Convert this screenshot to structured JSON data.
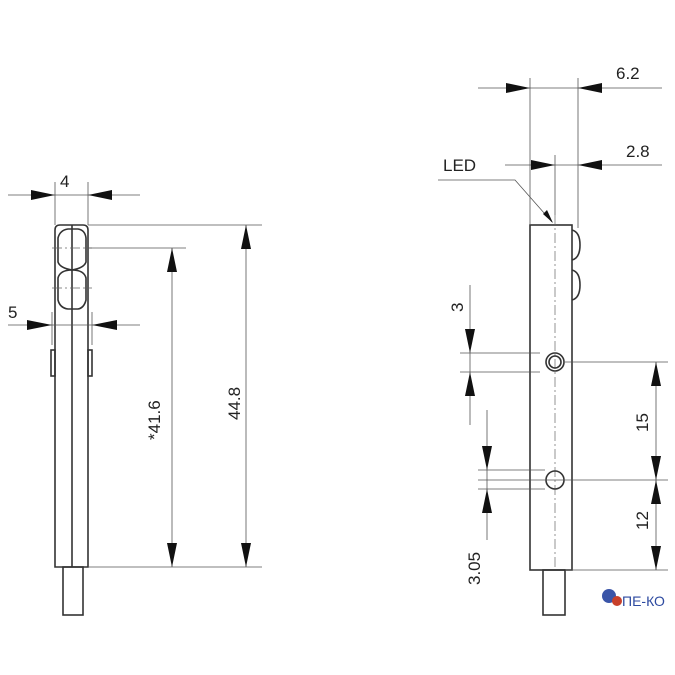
{
  "left_view": {
    "dim_width": "4",
    "dim_tabs": "5",
    "dim_sensing": "*41.6",
    "dim_length": "44.8"
  },
  "right_view": {
    "dim_width": "6.2",
    "dim_led_offset": "2.8",
    "led_label": "LED",
    "dim_hole": "3",
    "dim_hole_spacing": "15",
    "dim_bottom": "12",
    "dim_hole_offset": "3.05"
  },
  "logo": {
    "text": "ПЕ-КО"
  }
}
